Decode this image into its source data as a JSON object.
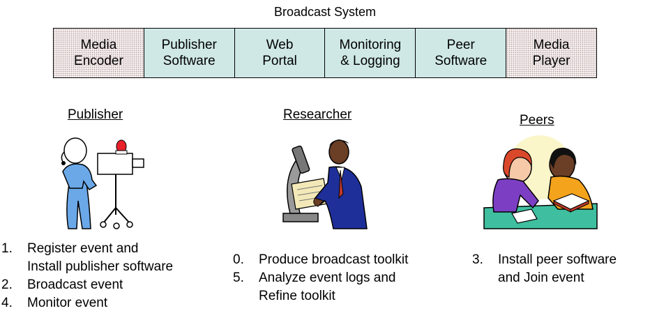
{
  "title": "Broadcast System",
  "components": [
    {
      "label": "Media\nEncoder",
      "style": "dotted"
    },
    {
      "label": "Publisher\nSoftware",
      "style": "teal"
    },
    {
      "label": "Web\nPortal",
      "style": "teal"
    },
    {
      "label": "Monitoring\n& Logging",
      "style": "teal"
    },
    {
      "label": "Peer\nSoftware",
      "style": "teal"
    },
    {
      "label": "Media\nPlayer",
      "style": "dotted"
    }
  ],
  "roles": {
    "publisher": {
      "name": "Publisher",
      "image": "camera-operator-clipart",
      "steps": [
        {
          "num": "1.",
          "text": "Register event and\nInstall publisher software"
        },
        {
          "num": "2.",
          "text": "Broadcast event"
        },
        {
          "num": "4.",
          "text": "Monitor event"
        }
      ]
    },
    "researcher": {
      "name": "Researcher",
      "image": "scientist-microscope-clipart",
      "steps": [
        {
          "num": "0.",
          "text": "Produce broadcast toolkit"
        },
        {
          "num": "5.",
          "text": "Analyze event logs and\nRefine toolkit"
        }
      ]
    },
    "peers": {
      "name": "Peers",
      "image": "two-students-reading-clipart",
      "steps": [
        {
          "num": "3.",
          "text": "Install peer software\nand Join event"
        }
      ]
    }
  }
}
